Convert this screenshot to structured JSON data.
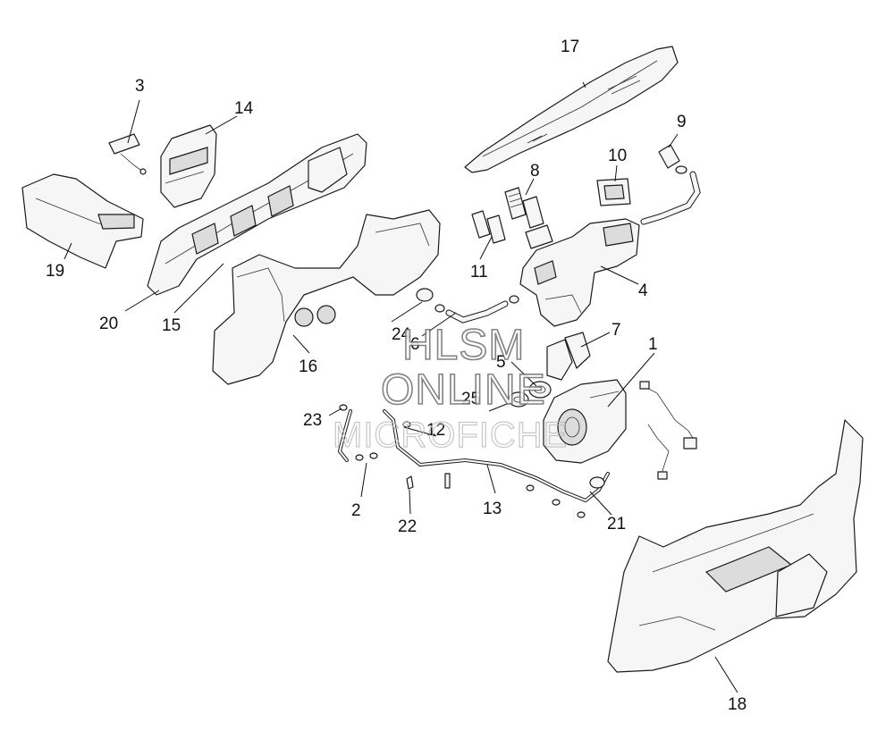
{
  "callouts": [
    {
      "label": "1",
      "id": "blower-unit"
    },
    {
      "label": "2",
      "id": "hose-clip"
    },
    {
      "label": "3",
      "id": "sensor"
    },
    {
      "label": "4",
      "id": "distribution-housing"
    },
    {
      "label": "5",
      "id": "grommet"
    },
    {
      "label": "6",
      "id": "hose"
    },
    {
      "label": "7",
      "id": "duct-elbow"
    },
    {
      "label": "8",
      "id": "vent-grille"
    },
    {
      "label": "9",
      "id": "connector-fitting"
    },
    {
      "label": "10",
      "id": "seal-frame"
    },
    {
      "label": "11",
      "id": "vent-seal"
    },
    {
      "label": "12",
      "id": "clip"
    },
    {
      "label": "13",
      "id": "pipe"
    },
    {
      "label": "14",
      "id": "defrost-vent"
    },
    {
      "label": "15",
      "id": "dash-duct"
    },
    {
      "label": "16",
      "id": "center-duct"
    },
    {
      "label": "17",
      "id": "windshield-duct"
    },
    {
      "label": "18",
      "id": "floor-duct"
    },
    {
      "label": "19",
      "id": "side-duct"
    },
    {
      "label": "20",
      "id": "duct-bracket"
    },
    {
      "label": "21",
      "id": "drain-valve"
    },
    {
      "label": "22",
      "id": "plug"
    },
    {
      "label": "23",
      "id": "clamp"
    },
    {
      "label": "24",
      "id": "o-ring"
    },
    {
      "label": "25",
      "id": "retainer"
    }
  ],
  "watermark": {
    "line1": "HLSM",
    "line2": "ONLINE",
    "line3": "MICROFICHE"
  }
}
